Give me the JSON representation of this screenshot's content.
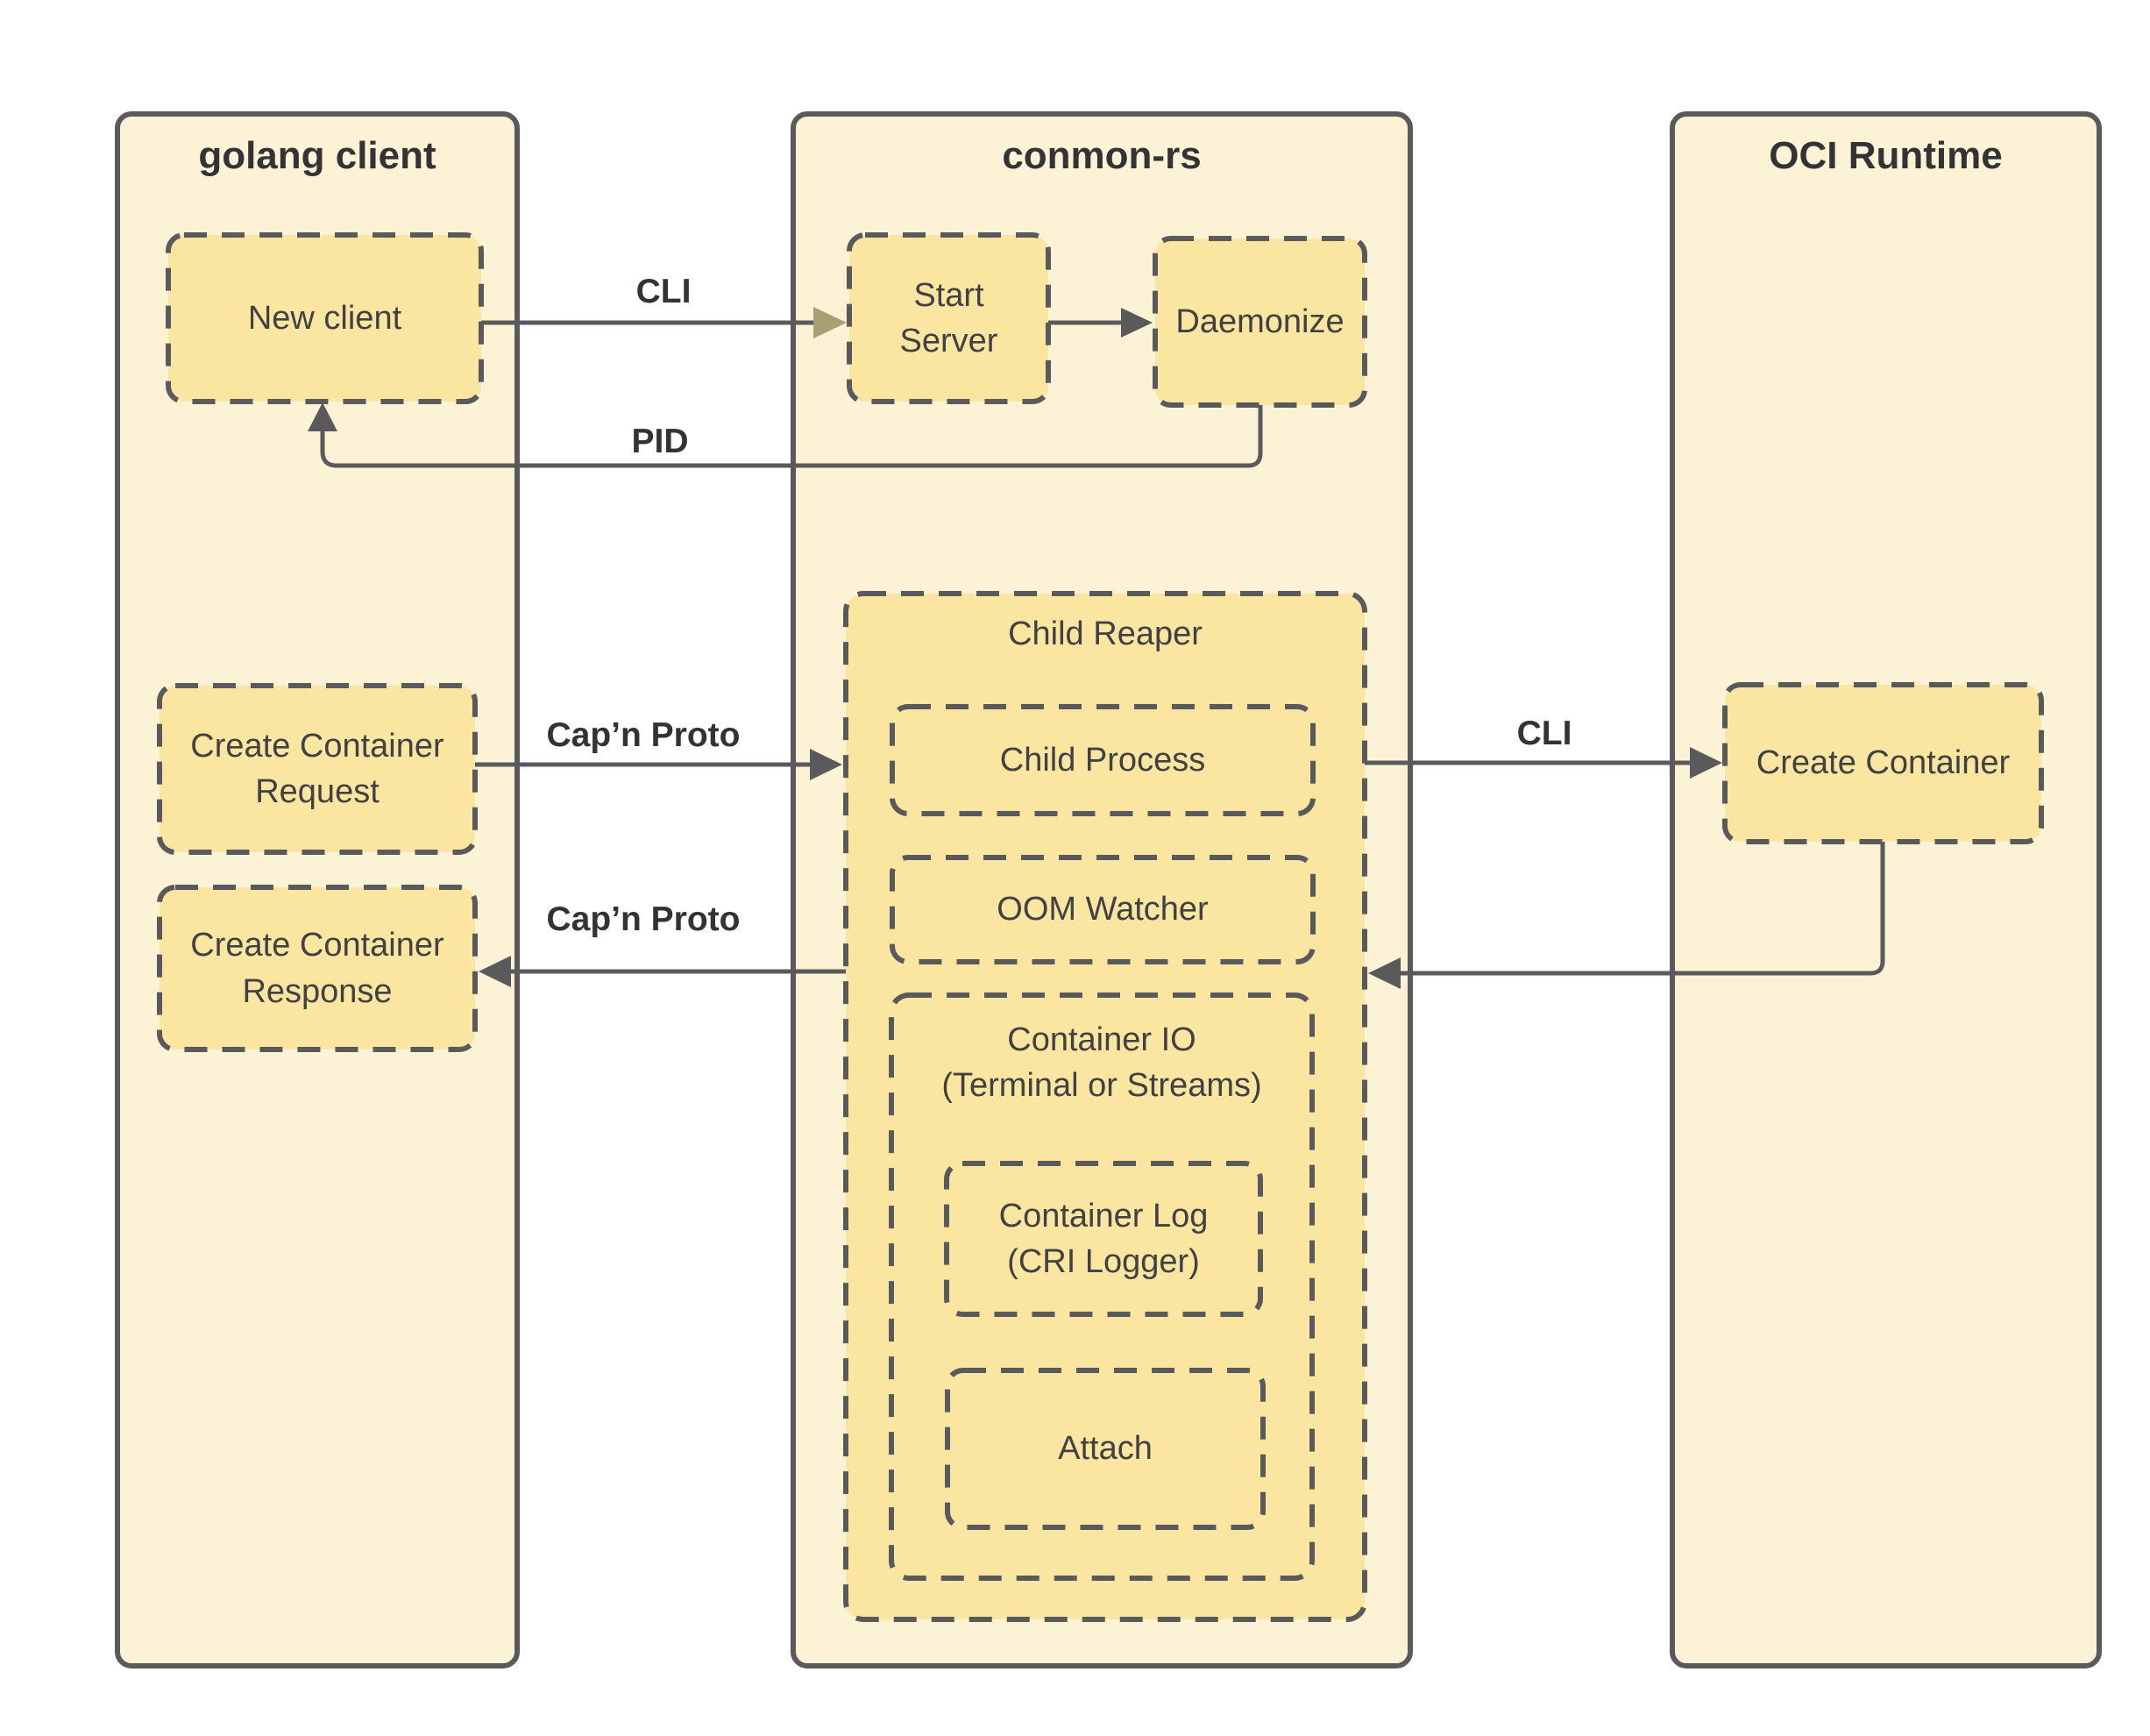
{
  "colors": {
    "background": "#ffffff",
    "column-fill": "#fcf3d7",
    "box-fill": "#fae6a1",
    "stroke": "#5a5a5c",
    "olive-arrow": "#a89f74",
    "text": "#414144",
    "header-text": "#333335"
  },
  "columns": {
    "golang": {
      "title": "golang client"
    },
    "conmon": {
      "title": "conmon-rs"
    },
    "oci": {
      "title": "OCI Runtime"
    }
  },
  "nodes": {
    "new_client": {
      "label": "New client"
    },
    "start_server": {
      "line1": "Start",
      "line2": "Server"
    },
    "daemonize": {
      "label": "Daemonize"
    },
    "create_request": {
      "line1": "Create Container",
      "line2": "Request"
    },
    "create_response": {
      "line1": "Create Container",
      "line2": "Response"
    },
    "child_reaper": {
      "title": "Child Reaper"
    },
    "child_process": {
      "label": "Child Process"
    },
    "oom_watcher": {
      "label": "OOM Watcher"
    },
    "container_io": {
      "line1": "Container IO",
      "line2": "(Terminal or Streams)"
    },
    "container_log": {
      "line1": "Container Log",
      "line2": "(CRI Logger)"
    },
    "attach": {
      "label": "Attach"
    },
    "create_container": {
      "label": "Create Container"
    }
  },
  "edges": {
    "cli_client_to_server": "CLI",
    "pid_daemonize_to_client": "PID",
    "capn_proto_request": "Cap’n Proto",
    "capn_proto_response": "Cap’n Proto",
    "cli_reaper_to_runtime": "CLI"
  }
}
